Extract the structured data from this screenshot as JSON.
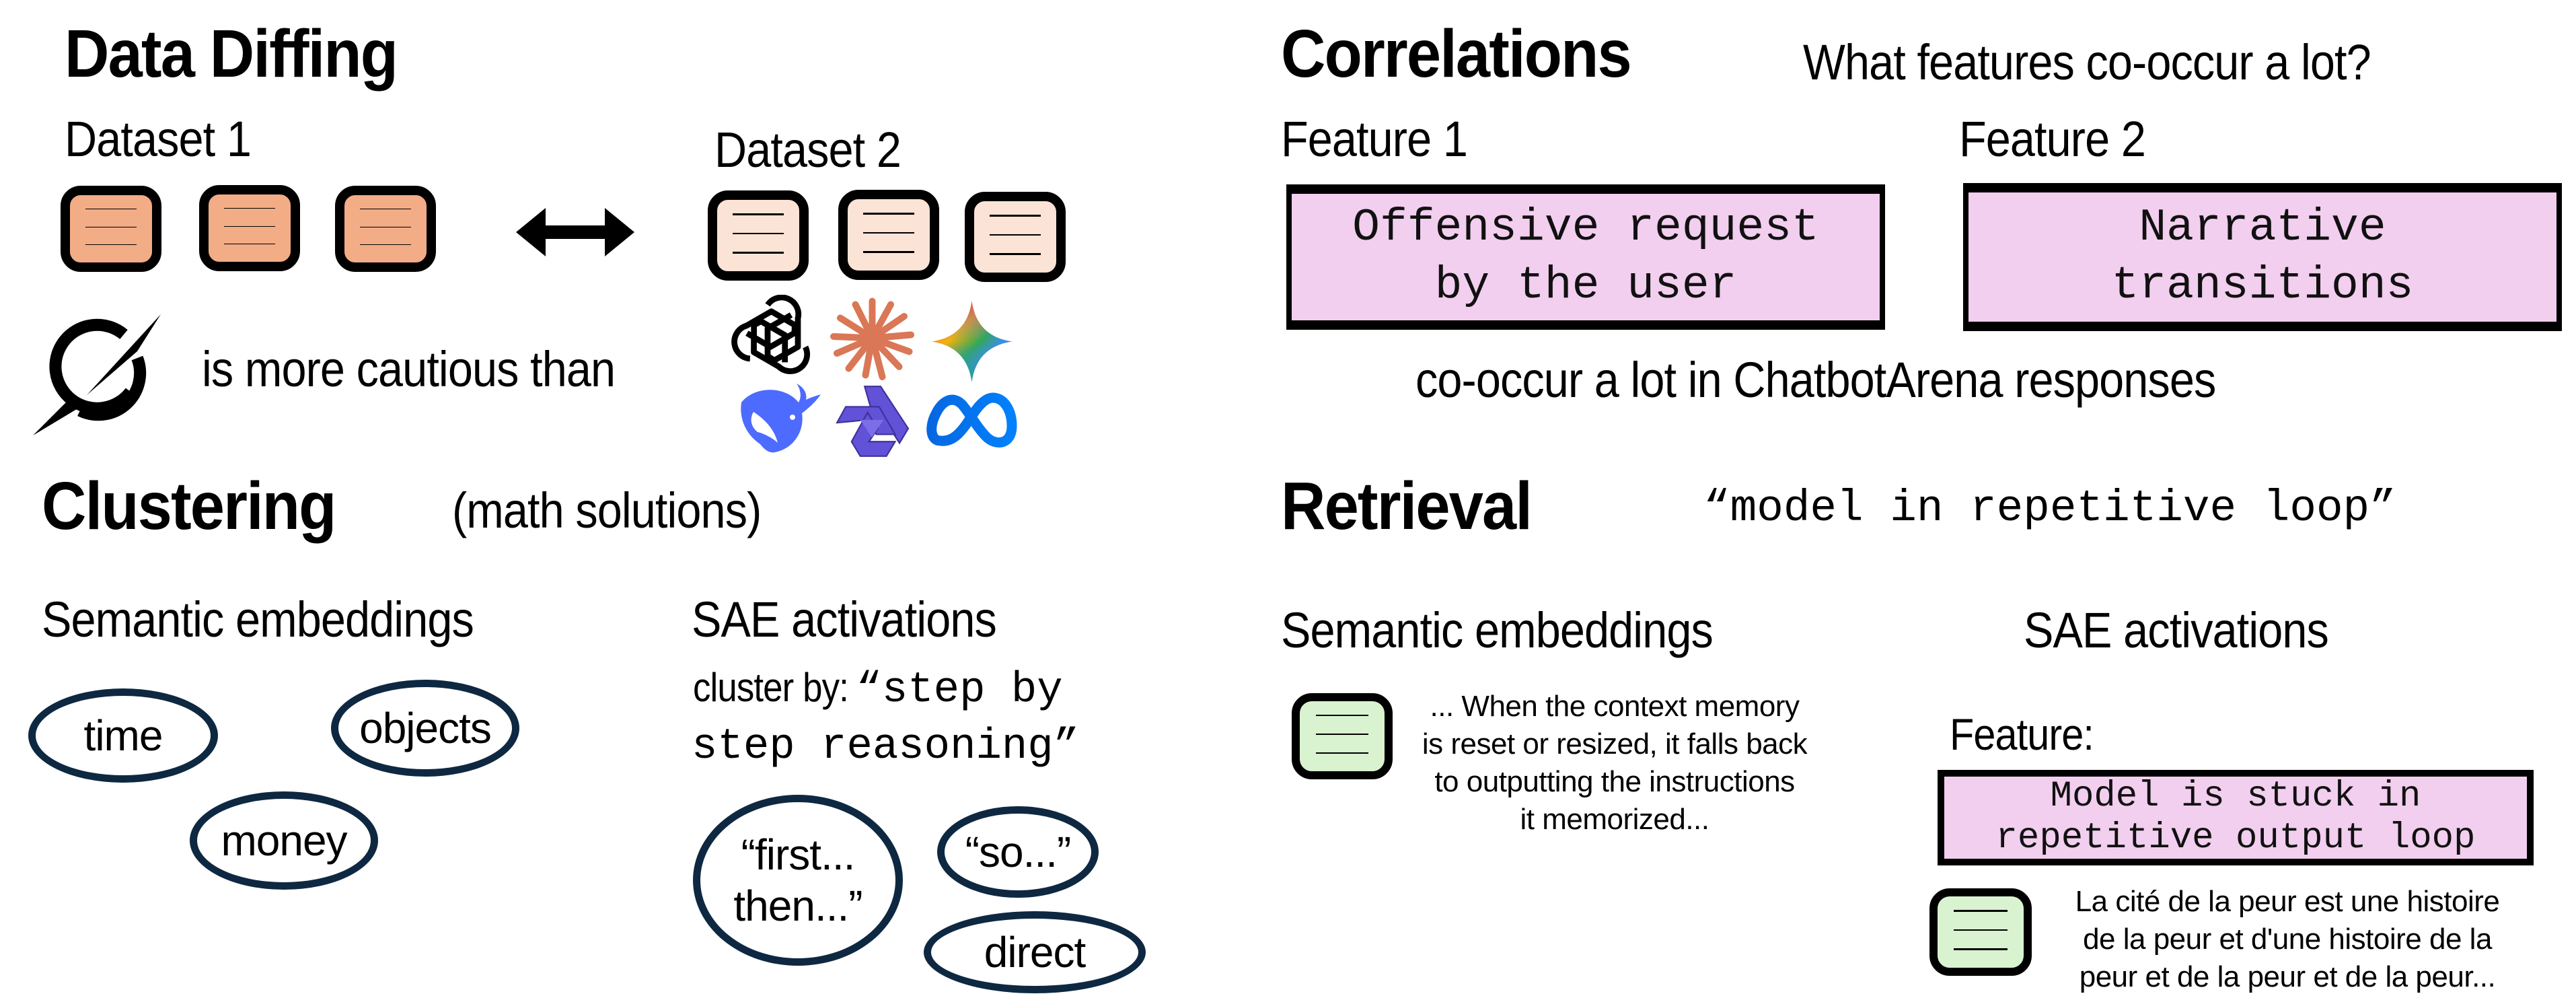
{
  "data_diffing": {
    "title": "Data Diffing",
    "dataset1_label": "Dataset 1",
    "dataset2_label": "Dataset 2",
    "dataset1_docs": 3,
    "dataset2_docs": 3,
    "comparison_icon": "double-arrow-icon",
    "subject_logo": "grok-logo",
    "statement": "is more cautious than",
    "compared_logos": [
      "openai-logo",
      "claude-logo",
      "gemini-logo",
      "deepseek-logo",
      "qwen-logo",
      "meta-logo"
    ],
    "colors": {
      "dataset1": "#F2AC86",
      "dataset2": "#FBE3D6"
    }
  },
  "correlations": {
    "title": "Correlations",
    "question": "What features co-occur a lot?",
    "feature1_label": "Feature 1",
    "feature2_label": "Feature 2",
    "feature1_text": "Offensive request\nby the user",
    "feature2_text": "Narrative\ntransitions",
    "conclusion": "co-occur a lot in ChatbotArena responses",
    "colors": {
      "feature_box": "#F2CEEF"
    }
  },
  "clustering": {
    "title": "Clustering",
    "subtitle": "(math solutions)",
    "semantic_label": "Semantic embeddings",
    "semantic_clusters": [
      "time",
      "objects",
      "money"
    ],
    "sae_label": "SAE activations",
    "cluster_by_prefix": "cluster by: ",
    "cluster_by_query_line1": "“step by",
    "cluster_by_query_line2": "step reasoning”",
    "sae_clusters": [
      "“first...\nthen...”",
      "“so...”",
      "direct"
    ],
    "colors": {
      "cluster_outline": "#0E2841"
    }
  },
  "retrieval": {
    "title": "Retrieval",
    "query": "“model in repetitive loop”",
    "semantic_label": "Semantic embeddings",
    "semantic_result": "... When the context memory\nis reset or resized, it falls back\nto outputting the instructions\nit memorized...",
    "sae_label": "SAE activations",
    "feature_label": "Feature:",
    "feature_text": "Model is stuck in\nrepetitive output loop",
    "sae_result": "La cité de la peur est une histoire\nde la peur et d'une histoire de la\npeur et de la peur et de la peur...",
    "colors": {
      "doc": "#D9F2D0",
      "feature_box": "#F2CEEF"
    }
  }
}
